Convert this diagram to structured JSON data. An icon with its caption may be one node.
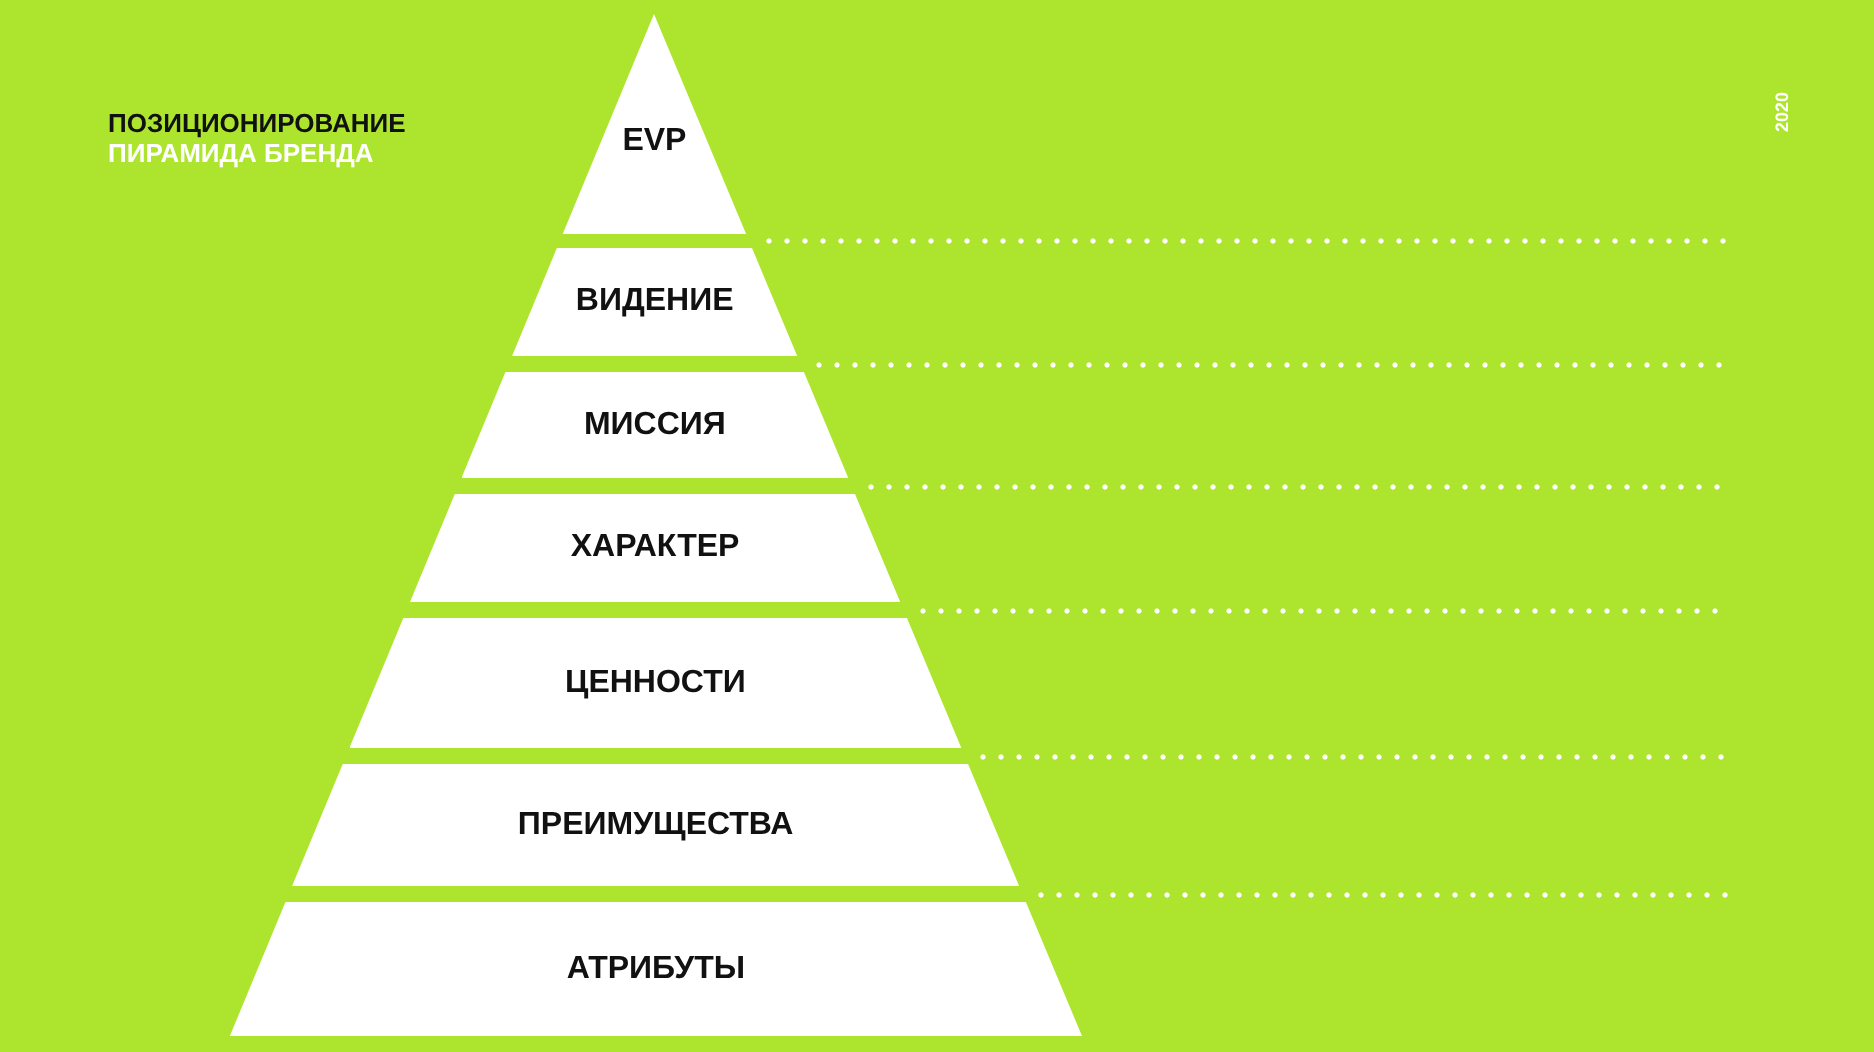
{
  "diagram": {
    "title": "ПОЗИЦИОНИРОВАНИЕ",
    "nodes": [
      {
        "text": [
          "EVP"
        ]
      },
      {
        "text": [
          "ВИДЕНИЕ"
        ]
      },
      {
        "text": [
          "МИССИЯ"
        ]
      },
      {
        "text": [
          "ХАРАКТЕР"
        ]
      },
      {
        "text": [
          "ЦЕННОСТИ"
        ]
      },
      {
        "text": [
          "ПРЕИМУЩЕСТВА"
        ]
      },
      {
        "text": [
          "АТРИБУТЫ"
        ]
      }
    ],
    "labels": [
      "ПИРАМИДА БРЕНДА",
      "2020"
    ]
  }
}
